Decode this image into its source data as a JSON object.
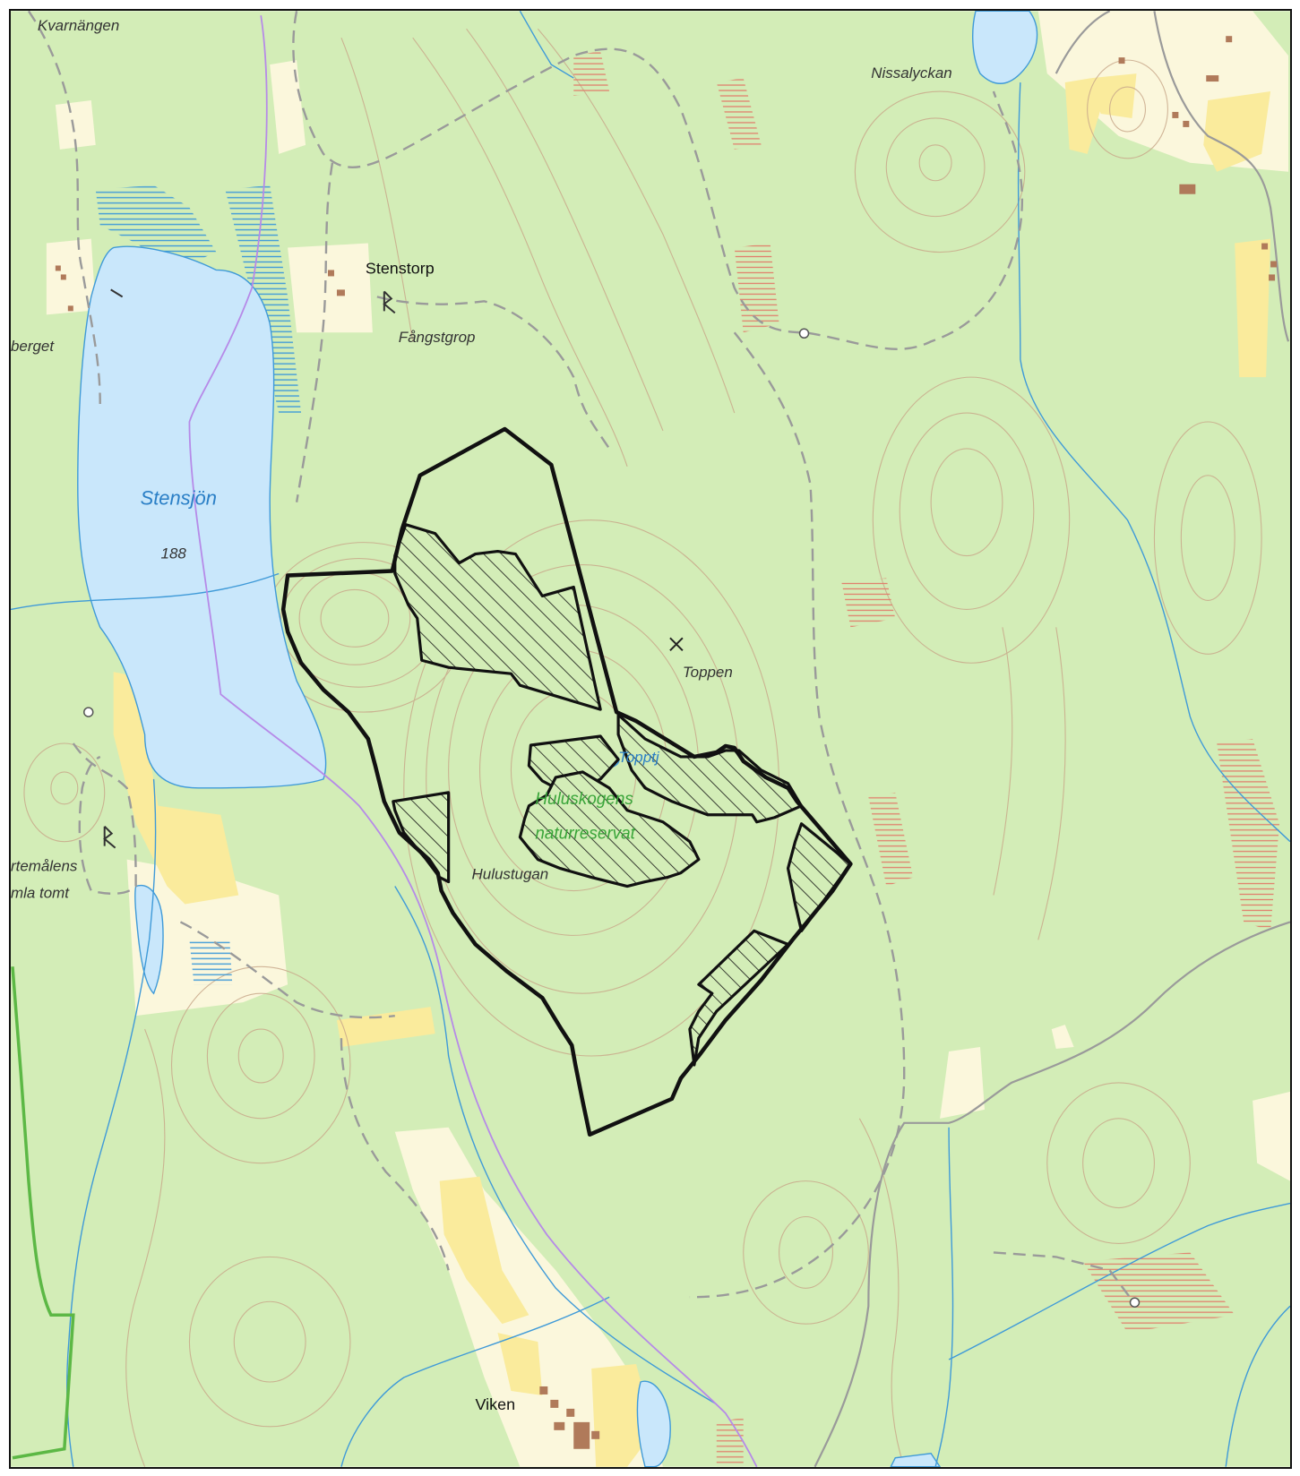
{
  "colors": {
    "forest": "#d3edb7",
    "open_land": "#fbf7dc",
    "farmland": "#faeb9c",
    "water": "#c9e7fb",
    "water_edge": "#3f9ad8",
    "contour": "#c9a98b",
    "path": "#9a9a9a",
    "power_line": "#b68ae8",
    "road": "#9a9a9a",
    "boundary": "#111111",
    "hatch": "#111111",
    "municipal": "#5cb845",
    "hatch_red": "#e0806c",
    "building": "#b07a5a"
  },
  "labels": {
    "kvarnangen": "Kvarnängen",
    "nissalyckan": "Nissalyckan",
    "stenstorp": "Stenstorp",
    "fangstgrop": "Fångstgrop",
    "berget": "berget",
    "stensjon": "Stensjön",
    "elevation": "188",
    "toppen": "Toppen",
    "topptjarn": "Topptj",
    "reserve_line1": "Huluskogens",
    "reserve_line2": "naturreservat",
    "hulustugan": "Hulustugan",
    "temalens": "rtemålens",
    "gamla_tomt": "mla tomt",
    "viken": "Viken"
  },
  "icons": {
    "summit": "summit-cross-icon",
    "trap_pit": "trap-pit-icon",
    "point": "point-marker-icon"
  }
}
